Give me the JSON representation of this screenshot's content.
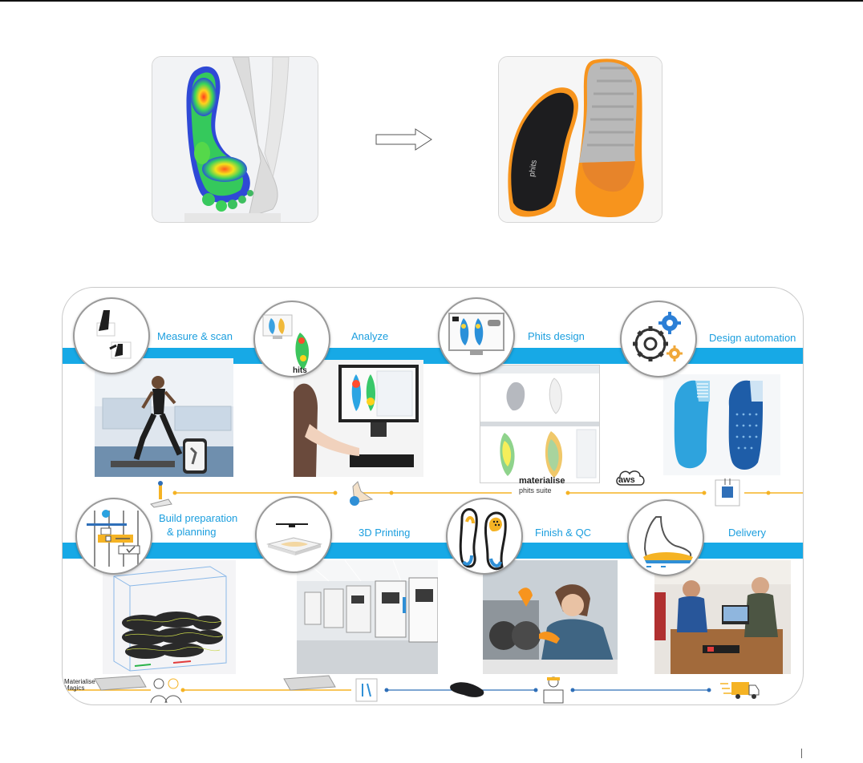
{
  "workflow": {
    "steps_top": [
      {
        "label": "Measure & scan"
      },
      {
        "label": "Analyze"
      },
      {
        "label": "Phits design"
      },
      {
        "label": "Design automation"
      }
    ],
    "steps_bottom": [
      {
        "label": "Build preparation"
      },
      {
        "label": "& planning"
      },
      {
        "label": "3D Printing"
      },
      {
        "label": "Finish & QC"
      },
      {
        "label": "Delivery"
      }
    ],
    "logos": {
      "materialise": "materialise",
      "phits_suite": "phits suite",
      "aws": "aws",
      "materialise_magics_1": "Materialise",
      "materialise_magics_2": "Magics",
      "phits_overlay": "hits"
    }
  },
  "colors": {
    "accent_blue": "#17a9e6",
    "label_blue": "#1b9ede",
    "timeline_yellow": "#f5b324",
    "timeline_blue": "#2f6fb8",
    "insole_orange": "#f7941d"
  }
}
